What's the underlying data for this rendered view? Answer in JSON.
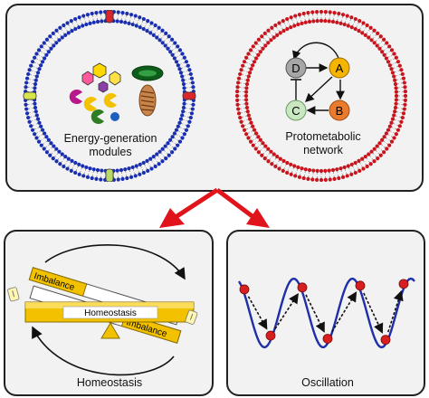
{
  "top_panel": {
    "left_cell": {
      "label_line1": "Energy-generation",
      "label_line2": "modules"
    },
    "right_cell": {
      "label_line1": "Protometabolic",
      "label_line2": "network",
      "nodes": [
        {
          "id": "D",
          "color": "#a6a6a6"
        },
        {
          "id": "A",
          "color": "#f5b400"
        },
        {
          "id": "C",
          "color": "#c9e8c2"
        },
        {
          "id": "B",
          "color": "#ea7a2c"
        }
      ]
    }
  },
  "homeostasis_panel": {
    "label": "Homeostasis",
    "beam_label": "Homeostasis",
    "imbalance_top": "Imbalance",
    "imbalance_bottom": "Imbalance",
    "accent": "#f2c200"
  },
  "oscillation_panel": {
    "label": "Oscillation",
    "wave_color": "#1f2fa8",
    "ball_color": "#d81f1f"
  },
  "arrow_color": "#e0141a",
  "membrane_colors": {
    "left": "#1a2fb0",
    "right": "#c8141c"
  }
}
